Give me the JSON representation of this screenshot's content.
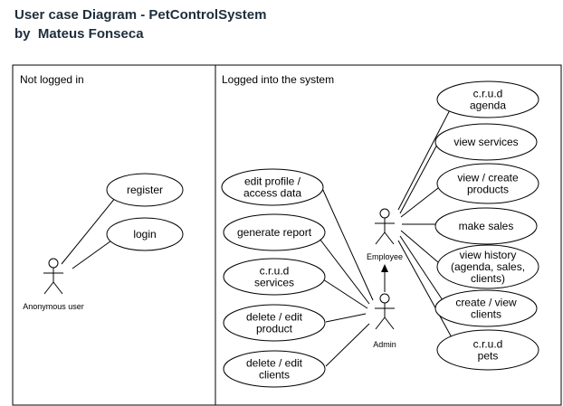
{
  "title": "User case Diagram - PetControlSystem",
  "subtitle": "by  Mateus Fonseca",
  "boundaries": {
    "left_label": "Not logged in",
    "right_label": "Logged into the system"
  },
  "actors": {
    "anonymous": "Anonymous user",
    "employee": "Employee",
    "admin": "Admin"
  },
  "usecases": {
    "register": [
      "register"
    ],
    "login": [
      "login"
    ],
    "edit_profile": [
      "edit profile /",
      "access data"
    ],
    "generate_report": [
      "generate report"
    ],
    "crud_services": [
      "c.r.u.d",
      "services"
    ],
    "delete_edit_product": [
      "delete / edit",
      "product"
    ],
    "delete_edit_clients": [
      "delete / edit",
      "clients"
    ],
    "crud_agenda": [
      "c.r.u.d",
      "agenda"
    ],
    "view_services": [
      "view services"
    ],
    "view_create_products": [
      "view / create",
      "products"
    ],
    "make_sales": [
      "make sales"
    ],
    "view_history": [
      "view history",
      "(agenda, sales,",
      "clients)"
    ],
    "create_view_clients": [
      "create / view",
      "clients"
    ],
    "crud_pets": [
      "c.r.u.d",
      "pets"
    ]
  }
}
